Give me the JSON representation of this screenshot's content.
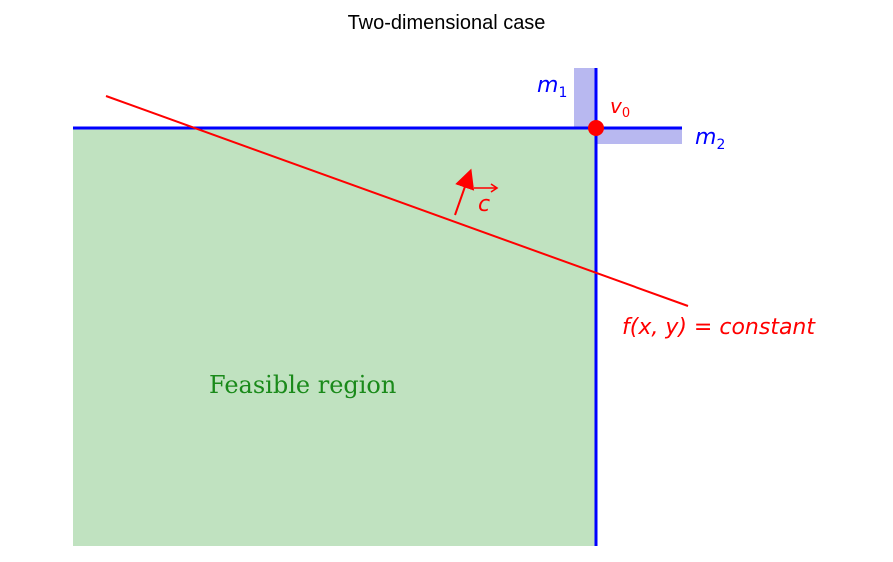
{
  "title": "Two-dimensional case",
  "labels": {
    "m1_base": "m",
    "m1_sub": "1",
    "m2_base": "m",
    "m2_sub": "2",
    "v0_base": "v",
    "v0_sub": "0",
    "c_vector": "c",
    "objective": "f(x, y) = constant",
    "feasible_region": "Feasible region"
  },
  "colors": {
    "constraint_line": "#0000ff",
    "constraint_shade": "#b8b8f0",
    "feasible_fill": "#c0e2c0",
    "objective_line": "#ff0000",
    "vertex_dot": "#ff0000",
    "region_text": "#1a8a1a"
  }
}
